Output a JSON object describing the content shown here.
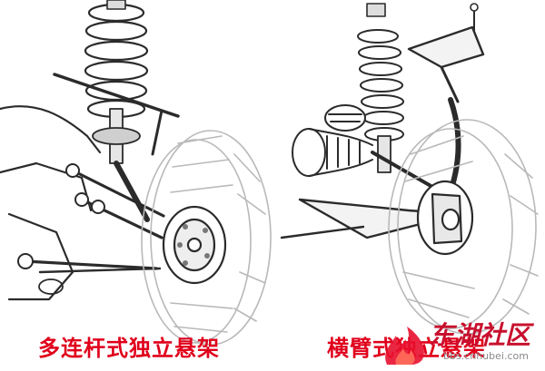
{
  "left": {
    "caption": "多连杆式独立悬架"
  },
  "right": {
    "caption": "横臂式独立悬架"
  },
  "watermark": {
    "name": "东湖社区",
    "url": "bbs.cnhubei.com"
  },
  "colors": {
    "caption": "#e0001b",
    "line": "#2b2b2b",
    "watermark": "#c8102e"
  }
}
